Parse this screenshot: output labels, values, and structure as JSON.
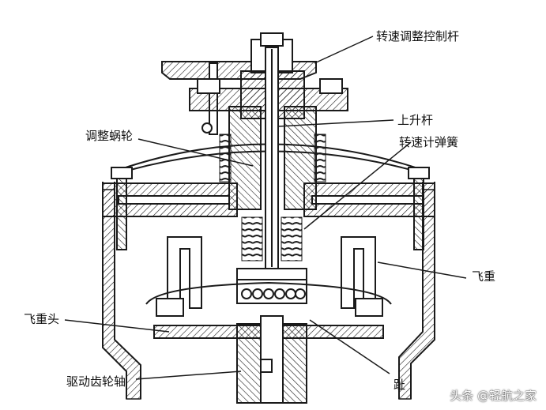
{
  "labels": {
    "speed_adjust_lever": "转速调整控制杆",
    "lift_rod": "上升杆",
    "adjust_worm_gear": "调整蜗轮",
    "speeder_spring": "转速计弹簧",
    "flyweight": "飞重",
    "flyweight_head": "飞重头",
    "drive_gear_shaft": "驱动齿轮轴",
    "toe": "趾"
  },
  "watermark": "头条 @轻航之家",
  "colors": {
    "line": "#1a1a1a",
    "hatch": "#1a1a1a",
    "background": "#ffffff"
  }
}
